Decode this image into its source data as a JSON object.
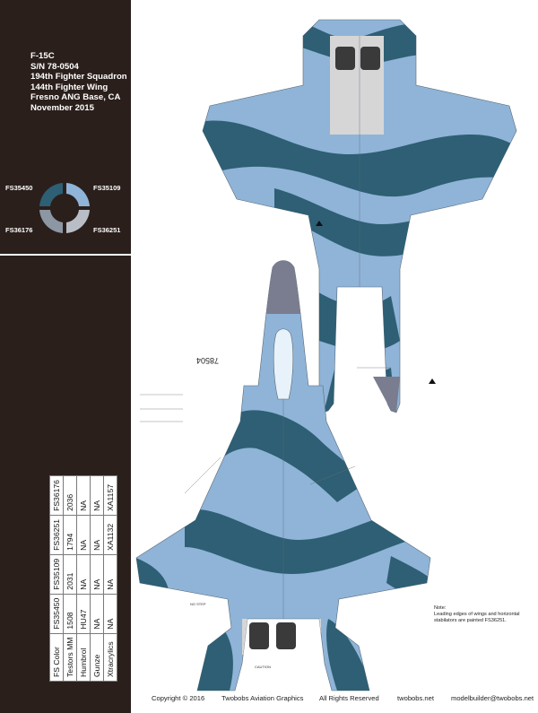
{
  "info": {
    "type": "F-15C",
    "serial": "S/N 78-0504",
    "squadron": "194th Fighter Squadron",
    "wing": "144th Fighter Wing",
    "base": "Fresno ANG Base, CA",
    "date": "November 2015"
  },
  "swatches": [
    {
      "label": "FS35450",
      "color": "#2e5f74"
    },
    {
      "label": "FS35109",
      "color": "#8fb4d8"
    },
    {
      "label": "FS36176",
      "color": "#8d96a3"
    },
    {
      "label": "FS36251",
      "color": "#b9bec6"
    }
  ],
  "table": {
    "headers": [
      "FS Color",
      "Testors MM",
      "Humbrol",
      "Gunze",
      "Xtracrylics"
    ],
    "rows": [
      [
        "FS35450",
        "1508",
        "HU47",
        "NA",
        "NA"
      ],
      [
        "FS35109",
        "2031",
        "NA",
        "NA",
        "NA"
      ],
      [
        "FS36251",
        "1794",
        "NA",
        "NA",
        "XA1132"
      ],
      [
        "FS36176",
        "2036",
        "NA",
        "NA",
        "XA1157"
      ]
    ]
  },
  "aircraft_serial_marking": "78504",
  "markings": {
    "no_step": "NO STEP",
    "caution": "CAUTION"
  },
  "note": {
    "heading": "Note:",
    "text": "Leading edges of wings and horizontal stabilators are painted FS36251."
  },
  "footer": {
    "copyright": "Copyright © 2016",
    "company": "Twobobs Aviation Graphics",
    "rights": "All Rights Reserved",
    "website": "twobobs.net",
    "email": "modelbuilder@twobobs.net"
  },
  "colors": {
    "sidebar_bg": "#2a1f1b",
    "camo_dark": "#2e5f74",
    "camo_light": "#8fb4d8",
    "nose_gray": "#7a7d8f",
    "engine_gray": "#d6d6d6"
  }
}
